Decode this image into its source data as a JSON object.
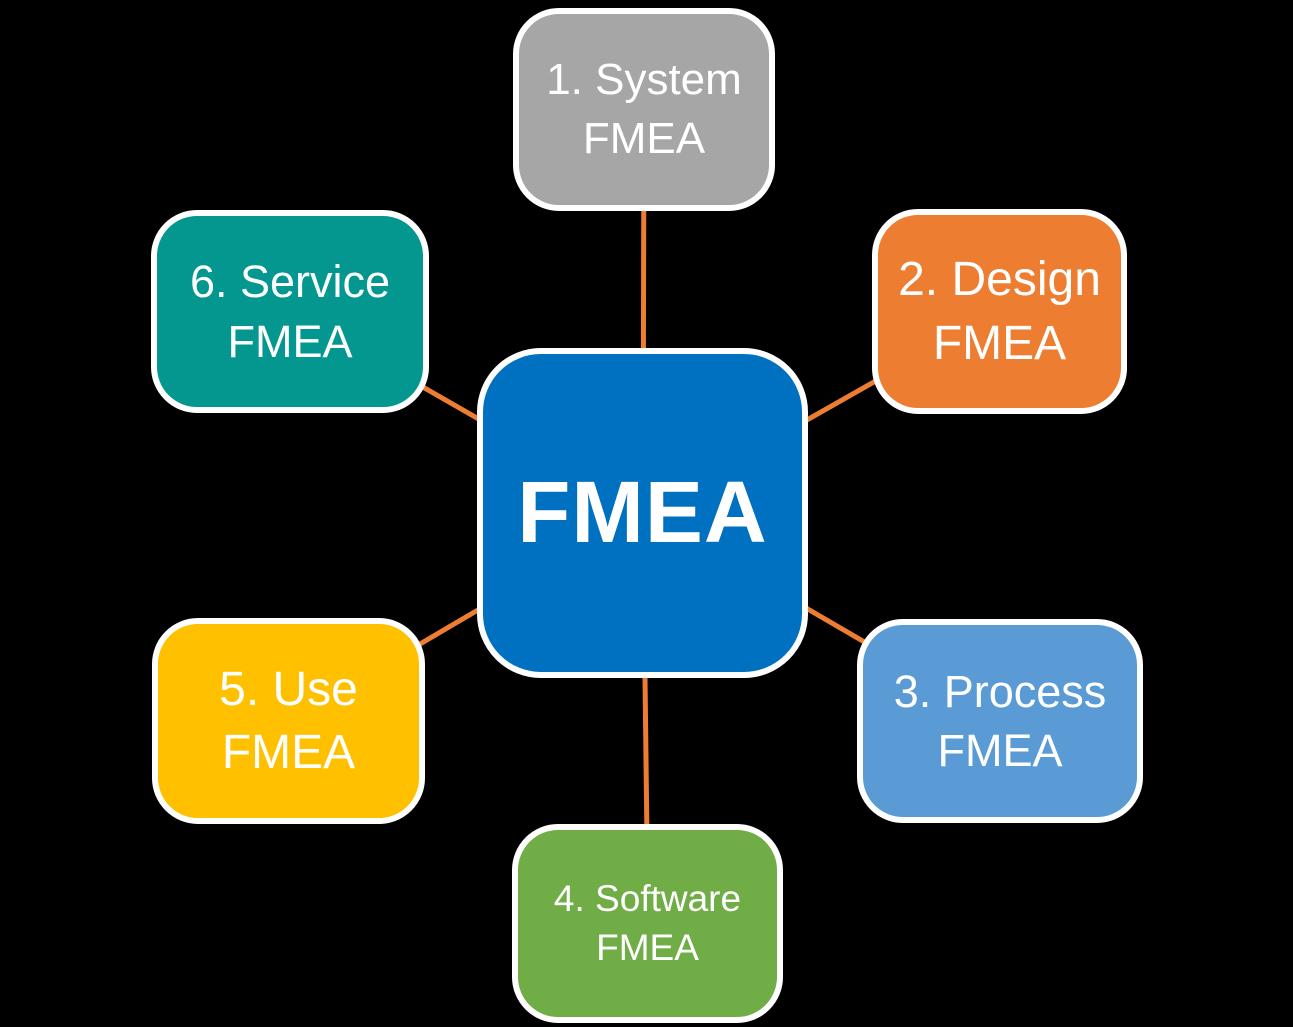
{
  "diagram": {
    "title": "FMEA types diagram",
    "background_color": "#000000",
    "connector_color": "#ED7D31",
    "text_color": "#FFFFFF",
    "center": {
      "label": "FMEA",
      "color": "#0070C0"
    },
    "nodes": [
      {
        "id": "system",
        "line1": "1. System",
        "line2": "FMEA",
        "color": "#A6A6A6",
        "position": "top"
      },
      {
        "id": "design",
        "line1": "2. Design",
        "line2": "FMEA",
        "color": "#ED7D31",
        "position": "top-right"
      },
      {
        "id": "process",
        "line1": "3. Process",
        "line2": "FMEA",
        "color": "#5B9BD5",
        "position": "bottom-right"
      },
      {
        "id": "software",
        "line1": "4. Software",
        "line2": "FMEA",
        "color": "#70AD47",
        "position": "bottom"
      },
      {
        "id": "use",
        "line1": "5. Use",
        "line2": "FMEA",
        "color": "#FFC000",
        "position": "bottom-left"
      },
      {
        "id": "service",
        "line1": "6. Service",
        "line2": "FMEA",
        "color": "#039790",
        "position": "top-left"
      }
    ]
  }
}
